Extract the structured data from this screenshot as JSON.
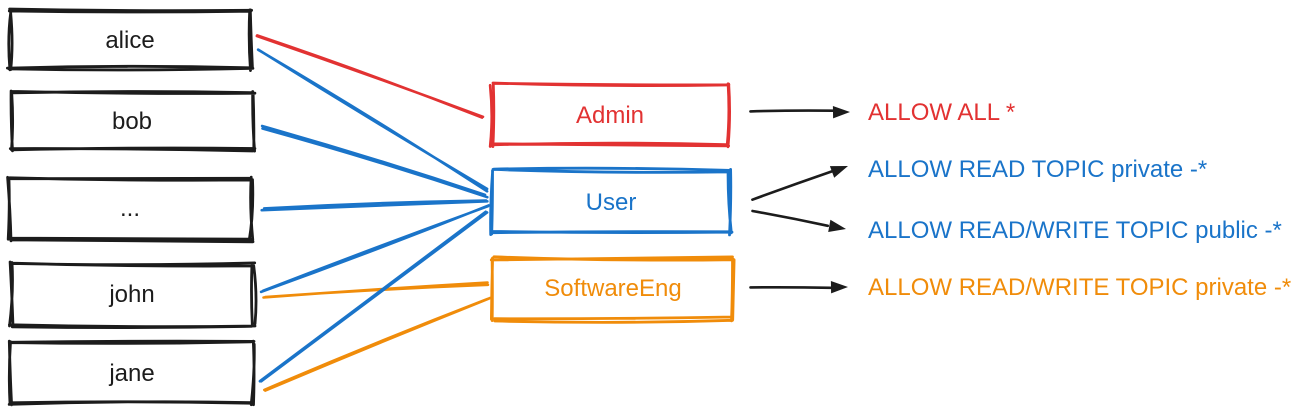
{
  "diagram": {
    "title_hint": "users mapped to roles mapped to ACL permissions",
    "colors": {
      "black": "#1c1c1c",
      "red": "#e23232",
      "blue": "#1a74c9",
      "orange": "#f08c0a",
      "background": "#ffffff"
    },
    "box_stroke_color": "#1c1c1c",
    "arrow_color": "#1c1c1c",
    "users": [
      {
        "label": "alice"
      },
      {
        "label": "bob"
      },
      {
        "label": "..."
      },
      {
        "label": "john"
      },
      {
        "label": "jane"
      }
    ],
    "roles": [
      {
        "label": "Admin",
        "color": "#e23232"
      },
      {
        "label": "User",
        "color": "#1a74c9"
      },
      {
        "label": "SoftwareEng",
        "color": "#f08c0a"
      }
    ],
    "permissions": [
      {
        "label": "ALLOW ALL *",
        "color": "#e23232"
      },
      {
        "label": "ALLOW READ TOPIC private -*",
        "color": "#1a74c9"
      },
      {
        "label": "ALLOW READ/WRITE TOPIC public -*",
        "color": "#1a74c9"
      },
      {
        "label": "ALLOW READ/WRITE TOPIC private -*",
        "color": "#f08c0a"
      }
    ],
    "edges_user_to_role": [
      {
        "from": "alice",
        "to": "Admin",
        "color": "#e23232"
      },
      {
        "from": "alice",
        "to": "User",
        "color": "#1a74c9"
      },
      {
        "from": "bob",
        "to": "User",
        "color": "#1a74c9"
      },
      {
        "from": "...",
        "to": "User",
        "color": "#1a74c9"
      },
      {
        "from": "john",
        "to": "User",
        "color": "#1a74c9"
      },
      {
        "from": "john",
        "to": "SoftwareEng",
        "color": "#f08c0a"
      },
      {
        "from": "jane",
        "to": "User",
        "color": "#1a74c9"
      },
      {
        "from": "jane",
        "to": "SoftwareEng",
        "color": "#f08c0a"
      }
    ],
    "edges_role_to_permission": [
      {
        "from": "Admin",
        "to": "ALLOW ALL *"
      },
      {
        "from": "User",
        "to": "ALLOW READ TOPIC private -*"
      },
      {
        "from": "User",
        "to": "ALLOW READ/WRITE TOPIC public -*"
      },
      {
        "from": "SoftwareEng",
        "to": "ALLOW READ/WRITE TOPIC private -*"
      }
    ]
  }
}
